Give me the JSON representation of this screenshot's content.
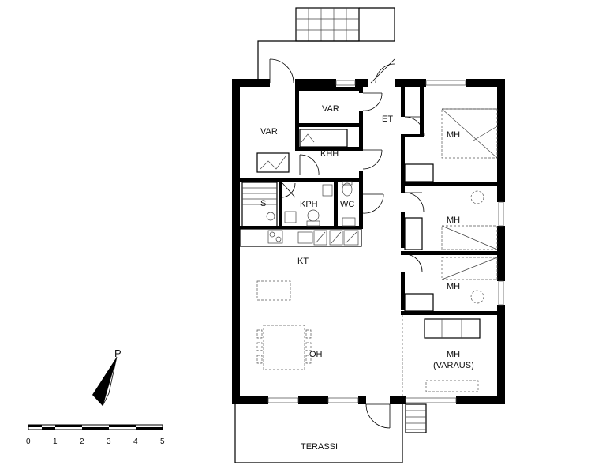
{
  "rooms": {
    "var1": "VAR",
    "var2": "VAR",
    "et": "ET",
    "khh": "KHH",
    "mh1": "MH",
    "s": "S",
    "kph": "KPH",
    "wc": "WC",
    "mh2": "MH",
    "kt": "KT",
    "mh3": "MH",
    "oh": "OH",
    "mh4": "MH",
    "varaus": "(VARAUS)",
    "terassi": "TERASSI"
  },
  "north": {
    "label": "P"
  },
  "scale": {
    "ticks": [
      "0",
      "1",
      "2",
      "3",
      "4",
      "5"
    ]
  }
}
